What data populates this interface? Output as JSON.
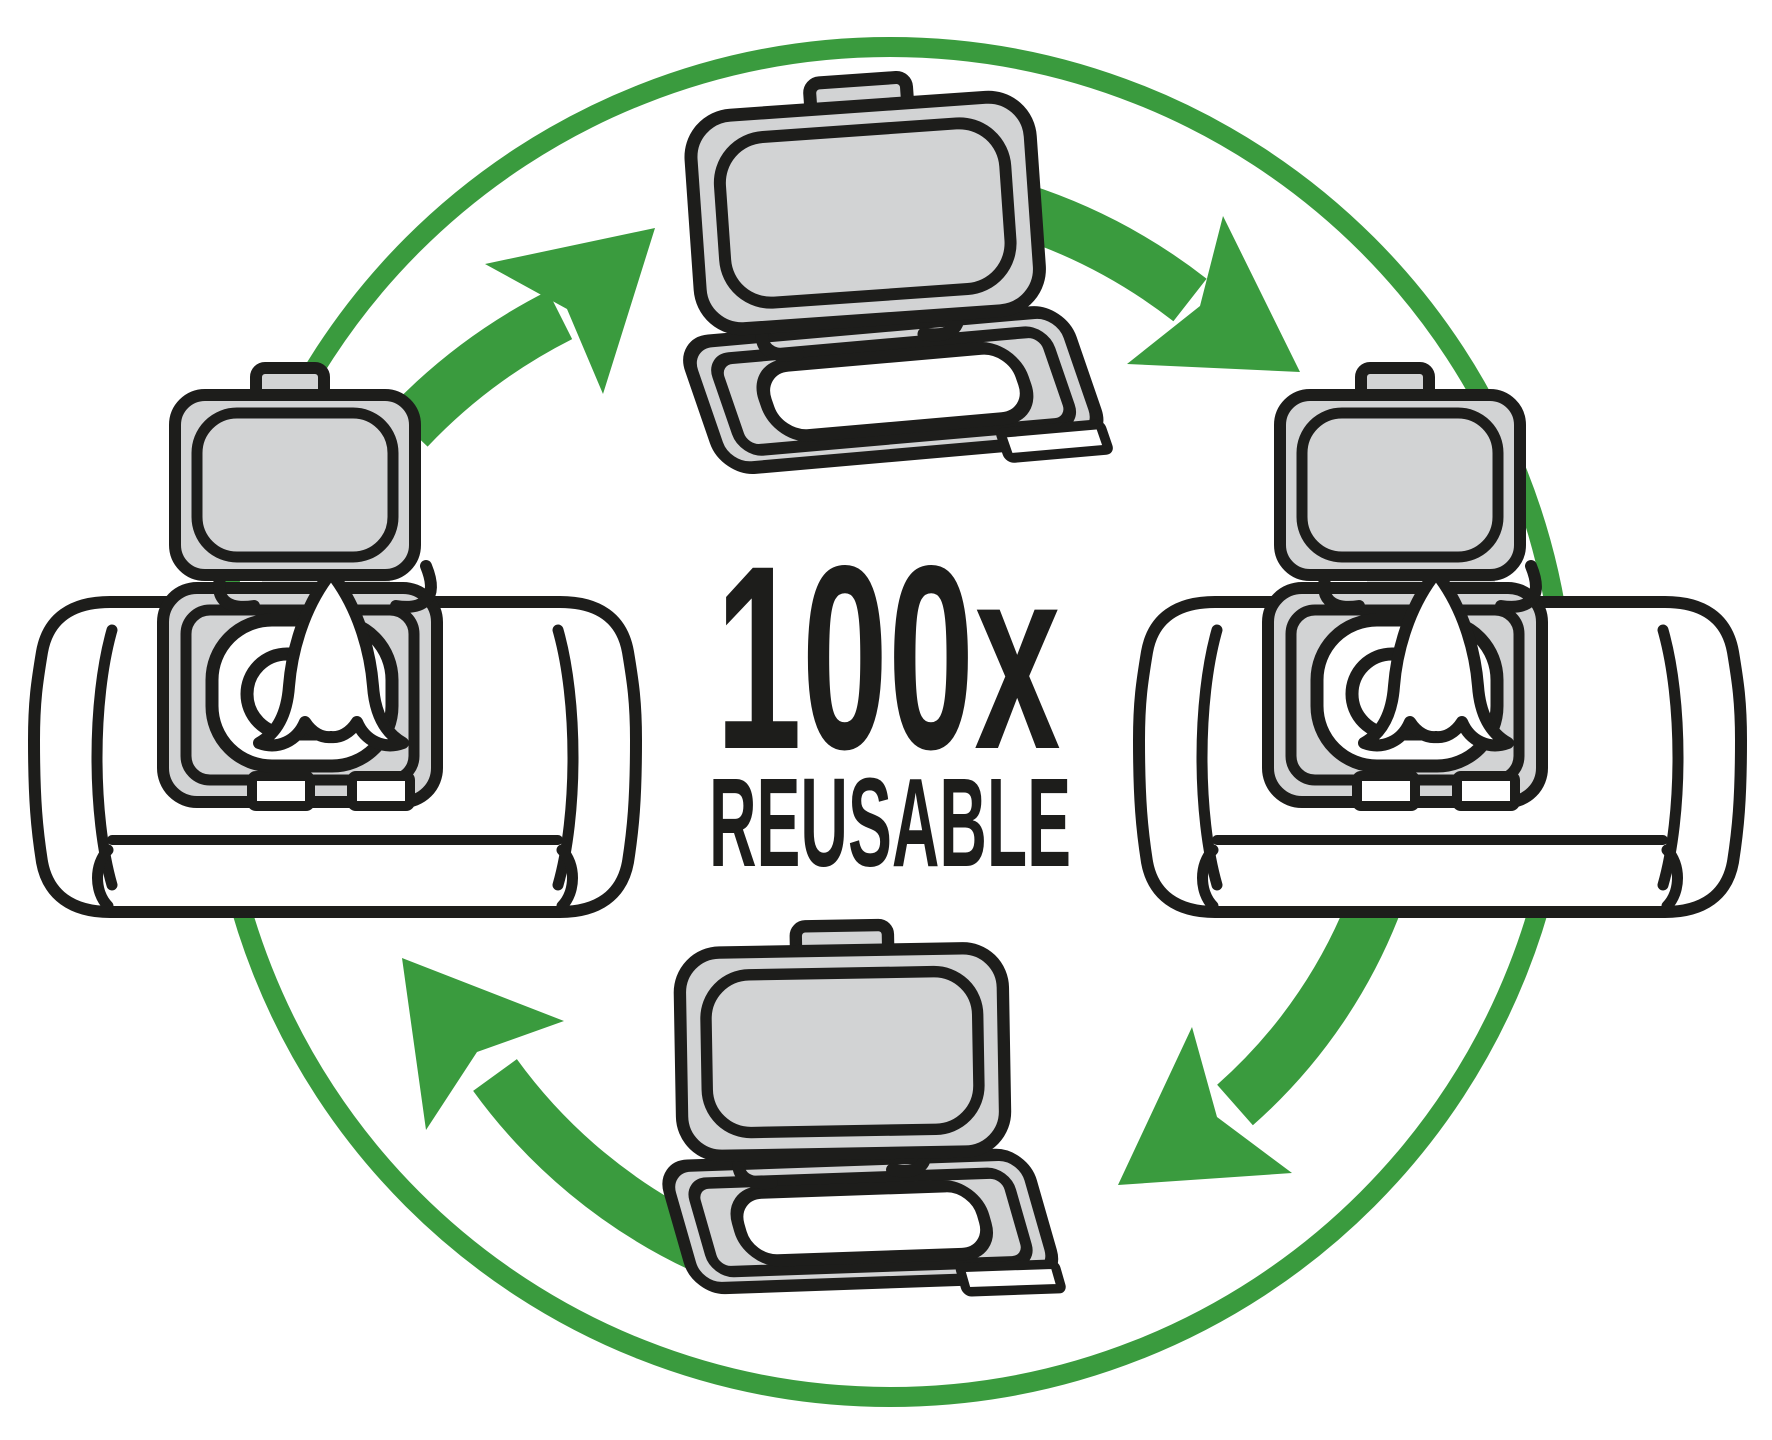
{
  "diagram": {
    "title_number": "100x",
    "title_label": "REUSABLE",
    "colors": {
      "green": "#3a9b3e",
      "ink": "#1d1d1b",
      "grey": "#d2d3d4",
      "background": "#ffffff"
    },
    "cycle": {
      "direction": "clockwise",
      "arrow_count": 4,
      "items": [
        {
          "position": "top",
          "icon": "wipes-pack-open-lid"
        },
        {
          "position": "right",
          "icon": "wipes-pack-front-wipe-out"
        },
        {
          "position": "bottom",
          "icon": "wipes-pack-open-lid"
        },
        {
          "position": "left",
          "icon": "wipes-pack-front-wipe-out"
        }
      ]
    }
  }
}
